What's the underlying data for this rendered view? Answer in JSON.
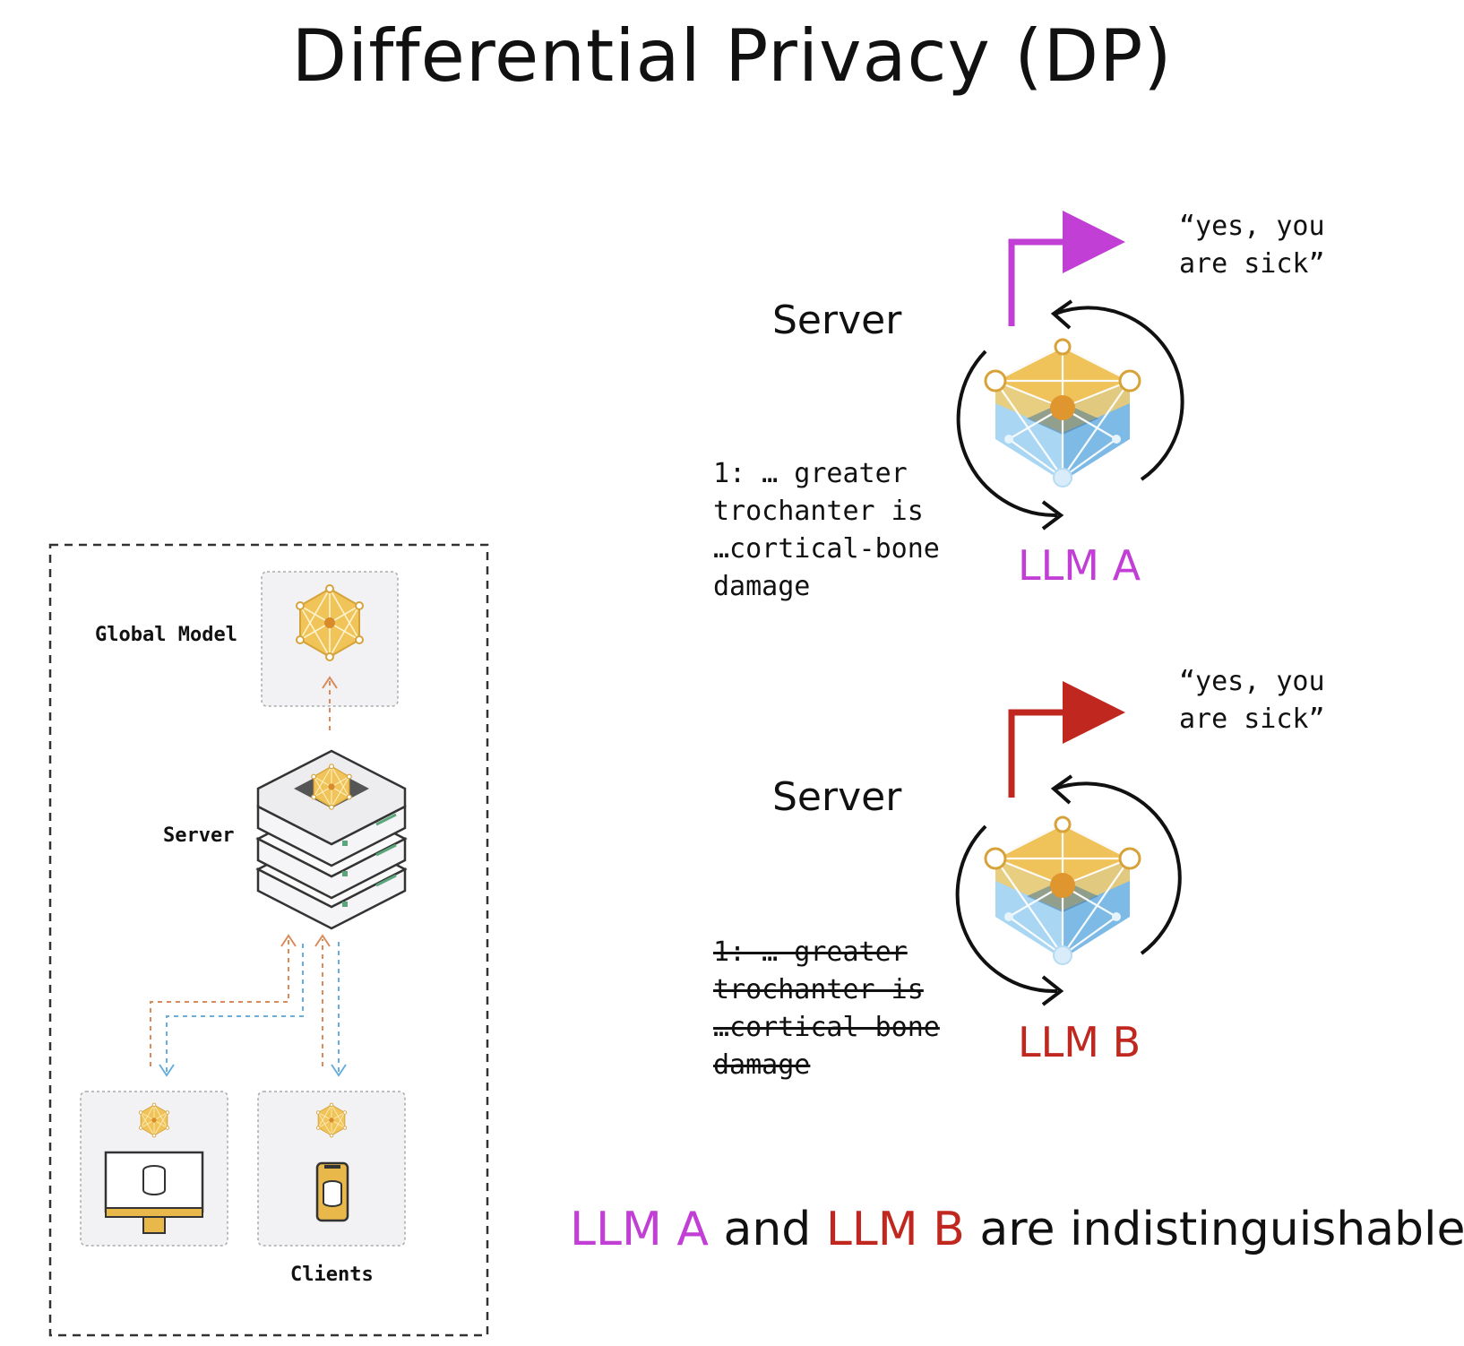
{
  "title": "Differential Privacy (DP)",
  "colors": {
    "llm_a": "#c23fd6",
    "llm_b": "#c0281f",
    "gold": "#e8b84a",
    "blue": "#7fc1ea",
    "orange_dash": "#d98b5a",
    "blue_dash": "#6aaedc"
  },
  "left_diagram": {
    "global_model_label": "Global Model",
    "server_label": "Server",
    "clients_label": "Clients",
    "icons": [
      "network-model-icon",
      "server-stack-icon",
      "desktop-database-icon",
      "phone-database-icon"
    ]
  },
  "scenario_a": {
    "server_label": "Server",
    "output_quote": "“yes, you\nare sick”",
    "record_text": "1: … greater\ntrochanter is\n…cortical-bone\ndamage",
    "model_label": "LLM A"
  },
  "scenario_b": {
    "server_label": "Server",
    "output_quote": "“yes, you\nare sick”",
    "record_text": "1: … greater\ntrochanter is\n…cortical-bone\ndamage",
    "model_label": "LLM B"
  },
  "conclusion": {
    "part1": "LLM A",
    "part2": " and ",
    "part3": "LLM B",
    "part4": " are indistinguishable"
  }
}
